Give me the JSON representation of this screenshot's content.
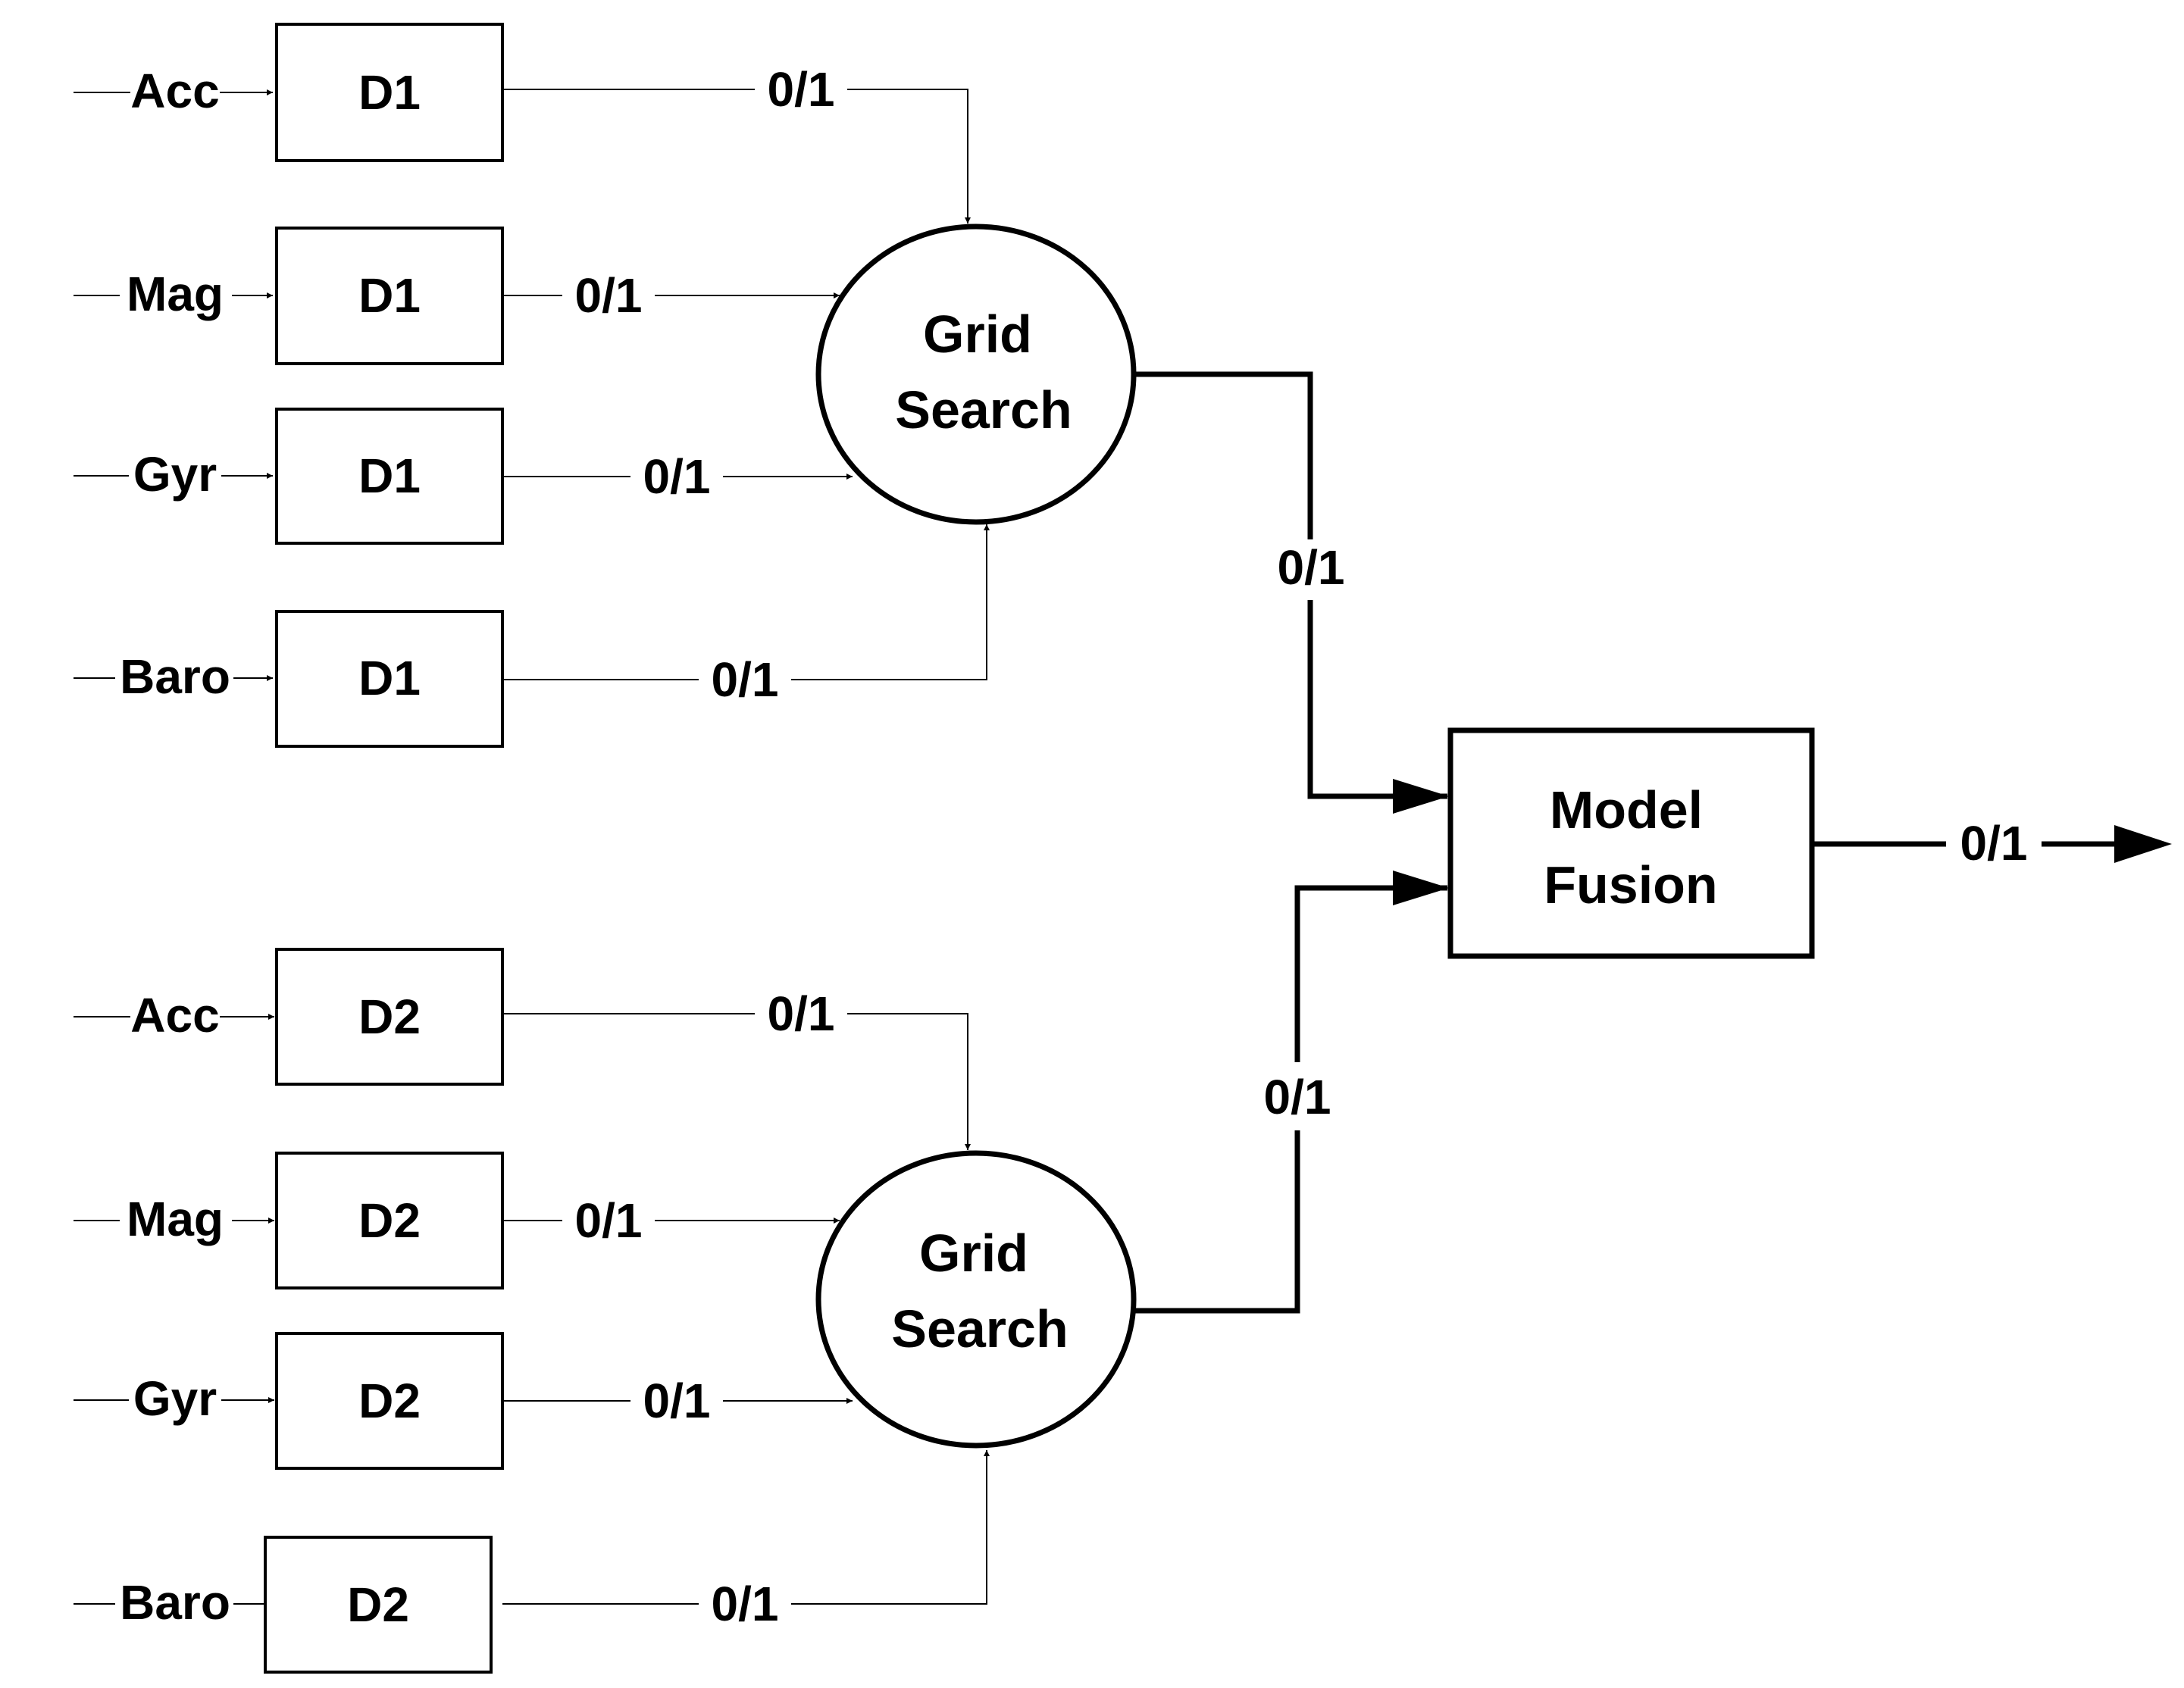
{
  "top_group": {
    "sensors": [
      "Acc",
      "Mag",
      "Gyr",
      "Baro"
    ],
    "detector": "D1",
    "signal": "0/1",
    "node": {
      "line1": "Grid",
      "line2": "Search"
    },
    "output_signal": "0/1"
  },
  "bottom_group": {
    "sensors": [
      "Acc",
      "Mag",
      "Gyr",
      "Baro"
    ],
    "detector": "D2",
    "signal": "0/1",
    "node": {
      "line1": "Grid",
      "line2": "Search"
    },
    "output_signal": "0/1"
  },
  "fusion": {
    "line1": "Model",
    "line2": "Fusion",
    "output_signal": "0/1"
  }
}
